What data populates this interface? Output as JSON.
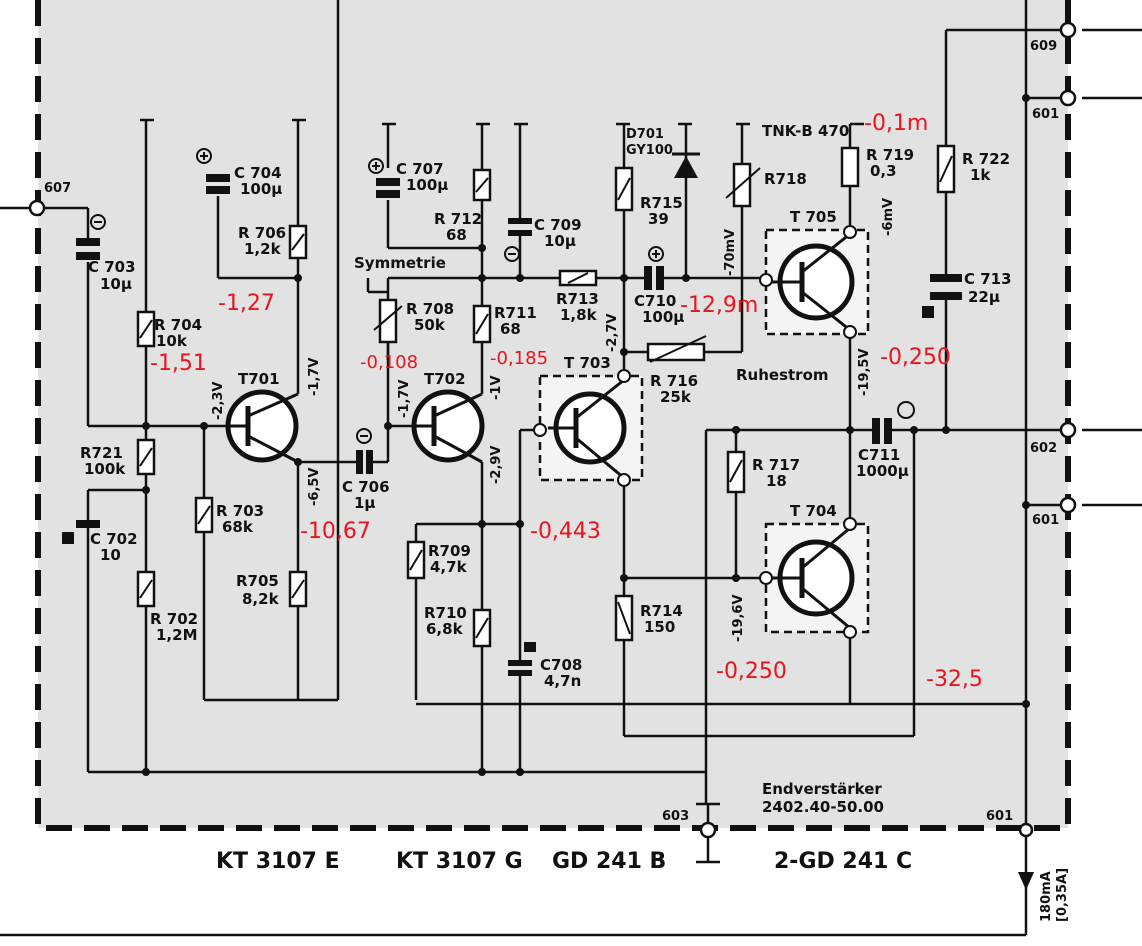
{
  "terminals": {
    "t607": "607",
    "t609": "609",
    "t601a": "601",
    "t602": "602",
    "t601b": "601",
    "t603": "603",
    "t601c": "601"
  },
  "components": {
    "c703": {
      "name": "C 703",
      "value": "10µ"
    },
    "r704": {
      "name": "R 704",
      "value": "10k"
    },
    "r721": {
      "name": "R721",
      "value": "100k"
    },
    "c702": {
      "name": "C 702",
      "value": "10"
    },
    "r702": {
      "name": "R 702",
      "value": "1,2M"
    },
    "c704": {
      "name": "C 704",
      "value": "100µ"
    },
    "r706": {
      "name": "R 706",
      "value": "1,2k"
    },
    "r703": {
      "name": "R 703",
      "value": "68k"
    },
    "r705": {
      "name": "R705",
      "value": "8,2k"
    },
    "t701": "T701",
    "c706": {
      "name": "C 706",
      "value": "1µ"
    },
    "c707": {
      "name": "C 707",
      "value": "100µ"
    },
    "r712": {
      "name": "R 712",
      "value": "68"
    },
    "r708": {
      "name": "R 708",
      "value": "50k"
    },
    "r711": {
      "name": "R711",
      "value": "68"
    },
    "t702": "T702",
    "r709": {
      "name": "R709",
      "value": "4,7k"
    },
    "r710": {
      "name": "R710",
      "value": "6,8k"
    },
    "c708": {
      "name": "C708",
      "value": "4,7n"
    },
    "c709": {
      "name": "C 709",
      "value": "10µ"
    },
    "d701": {
      "name": "D701",
      "value": "GY100"
    },
    "r715": {
      "name": "R715",
      "value": "39"
    },
    "r713": {
      "name": "R713",
      "value": "1,8k"
    },
    "c710": {
      "name": "C710",
      "value": "100µ"
    },
    "t703": "T 703",
    "r716": {
      "name": "R 716",
      "value": "25k"
    },
    "r714": {
      "name": "R714",
      "value": "150"
    },
    "r718": {
      "name": "R718",
      "value": "TNK-B 470"
    },
    "r719": {
      "name": "R 719",
      "value": "0,3"
    },
    "t705": "T 705",
    "r717": {
      "name": "R 717",
      "value": "18"
    },
    "t704": "T 704",
    "r722": {
      "name": "R 722",
      "value": "1k"
    },
    "c713": {
      "name": "C 713",
      "value": "22µ"
    },
    "c711": {
      "name": "C711",
      "value": "1000µ"
    }
  },
  "notes": {
    "symmetrie": "Symmetrie",
    "ruhestrom": "Ruhestrom",
    "endverstaerker": "Endverstärker",
    "order_no": "2402.40-50.00",
    "current": "180mA",
    "current2": "[0,35A]"
  },
  "printed_voltages": {
    "v1": "-2,3V",
    "v2": "-1,7V",
    "v3": "-6,5V",
    "v4": "-1,7V",
    "v5": "-1V",
    "v6": "-2,9V",
    "v7": "-2,7V",
    "v8": "-70mV",
    "v9": "-6mV",
    "v10": "-19,5V",
    "v11": "-19,6V"
  },
  "measured": {
    "m1": "-1,27",
    "m2": "-1,51",
    "m3": "-0,108",
    "m4": "-0,185",
    "m5": "-12,9m",
    "m6": "-0,1m",
    "m7": "-0,250",
    "m8": "-10,67",
    "m9": "-0,443",
    "m10": "-0,250",
    "m11": "-32,5"
  },
  "transistor_types": {
    "a": "KT 3107 E",
    "b": "KT 3107 G",
    "c": "GD 241 B",
    "d": "2-GD 241 C"
  }
}
